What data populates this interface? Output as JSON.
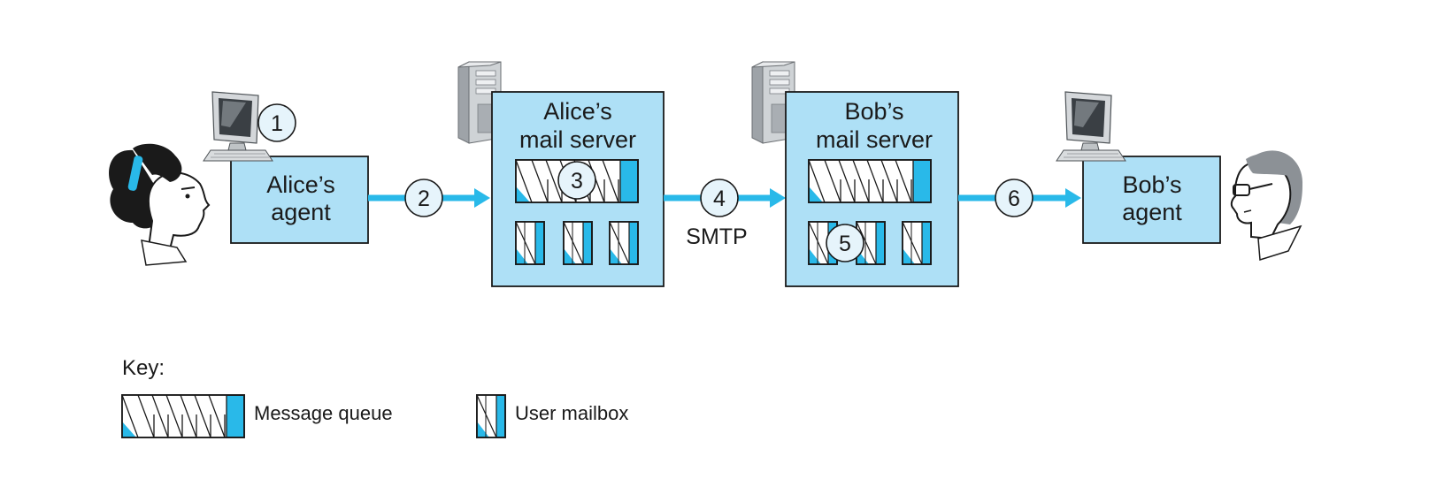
{
  "diagram": {
    "alice_agent": {
      "line1": "Alice’s",
      "line2": "agent"
    },
    "alice_server": {
      "line1": "Alice’s",
      "line2": "mail server"
    },
    "bob_server": {
      "line1": "Bob’s",
      "line2": "mail server"
    },
    "bob_agent": {
      "line1": "Bob’s",
      "line2": "agent"
    },
    "steps": [
      "1",
      "2",
      "3",
      "4",
      "5",
      "6"
    ],
    "protocol_label": "SMTP"
  },
  "key": {
    "title": "Key:",
    "message_queue": "Message queue",
    "user_mailbox": "User mailbox"
  },
  "colors": {
    "box_fill": "#aee0f6",
    "accent": "#29b9e9",
    "circle_fill": "#e6f4fb",
    "outline": "#1a1a1a"
  }
}
